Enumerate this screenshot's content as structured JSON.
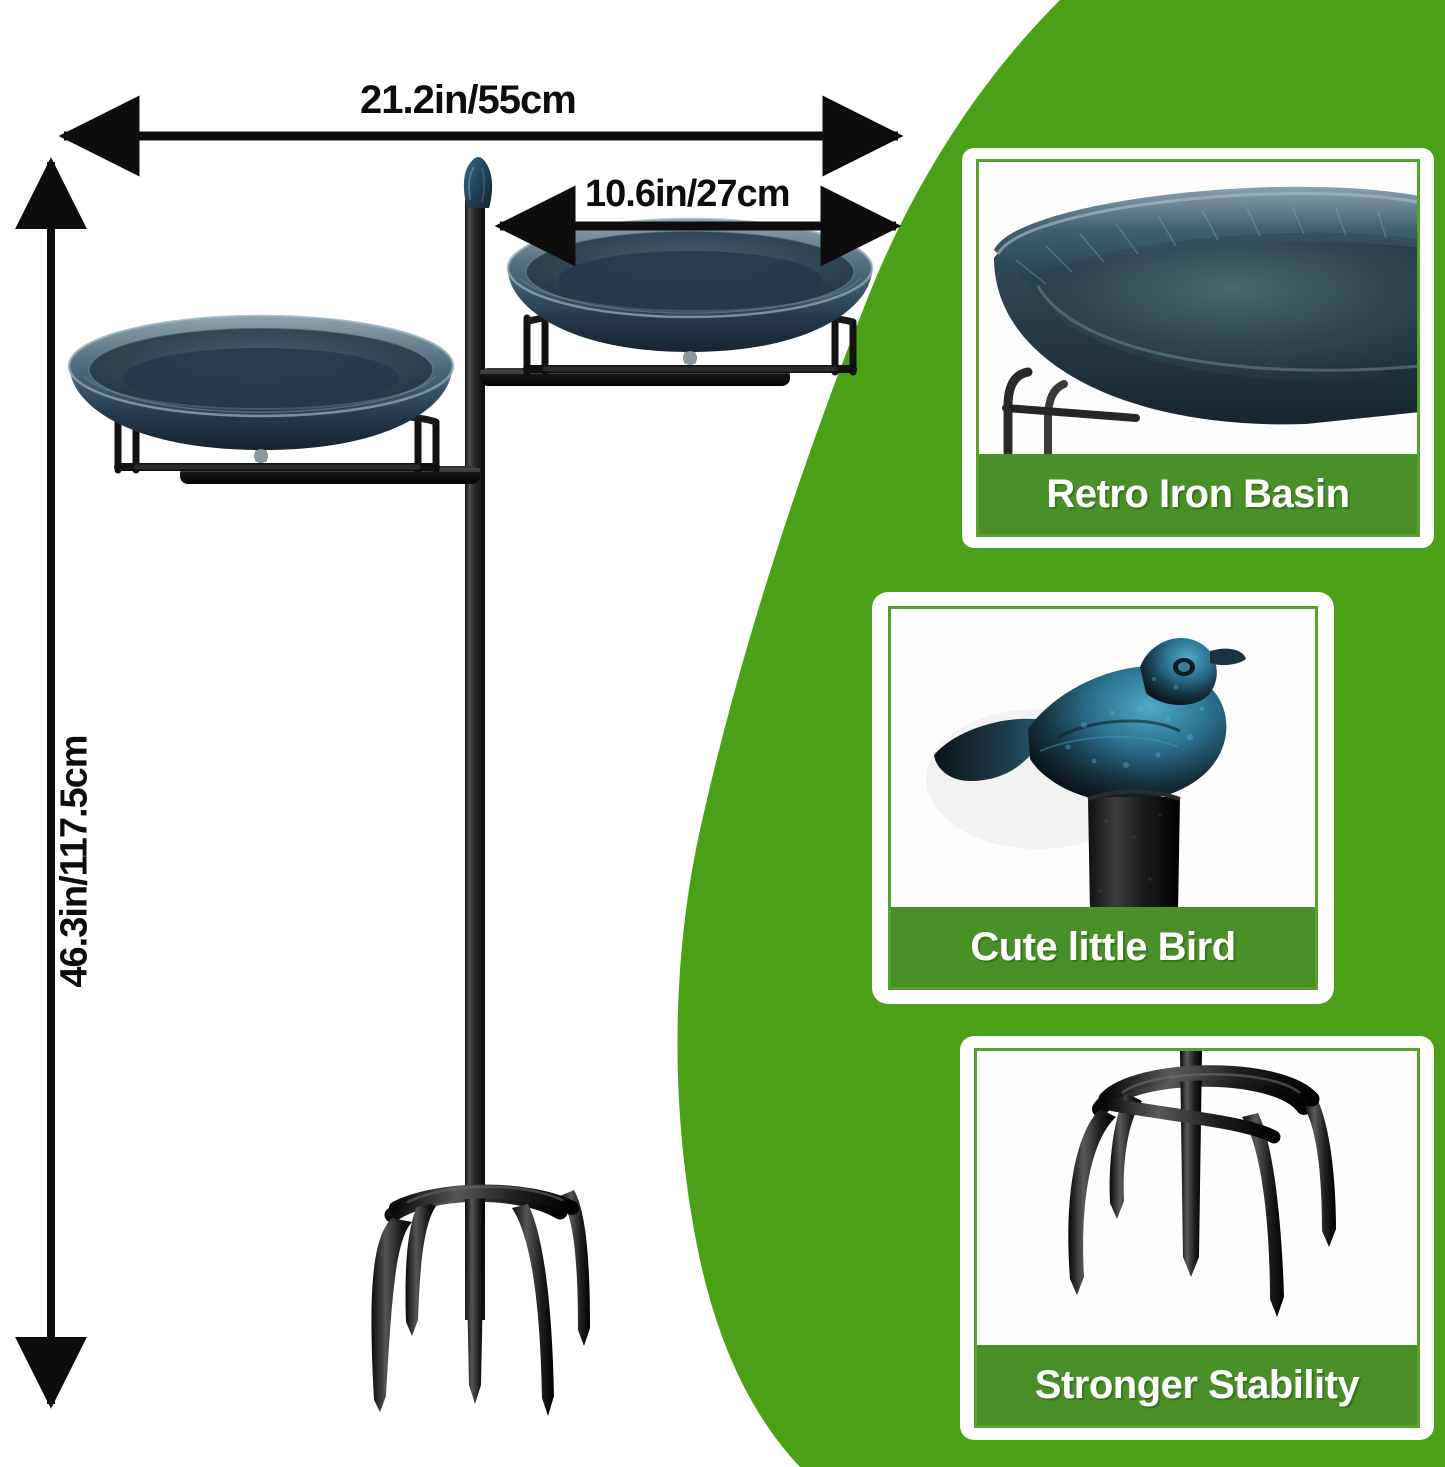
{
  "page": {
    "background_color": "#ffffff",
    "accent_green": "#4aa017",
    "caption_green": "#4a9028",
    "metal_black": "#1b1b1b",
    "basin_teal": "#2f4a5a"
  },
  "dimensions": {
    "overall_width": "21.2in/55cm",
    "bowl_diameter": "10.6in/27cm",
    "overall_height": "46.3in/117.5cm"
  },
  "product": {
    "name": "bird-bath-feeder-stand",
    "finial": "bird-finial",
    "bowl_upper": "upper-basin",
    "bowl_lower": "lower-basin",
    "pole": "center-pole",
    "stake": "five-prong-ground-stake"
  },
  "features": [
    {
      "id": "retro-iron-basin",
      "caption": "Retro Iron Basin",
      "photo": "close-up-basin-rim"
    },
    {
      "id": "cute-little-bird",
      "caption": "Cute little Bird",
      "photo": "close-up-bird-finial"
    },
    {
      "id": "stronger-stability",
      "caption": "Stronger Stability",
      "photo": "close-up-ground-stake"
    }
  ]
}
